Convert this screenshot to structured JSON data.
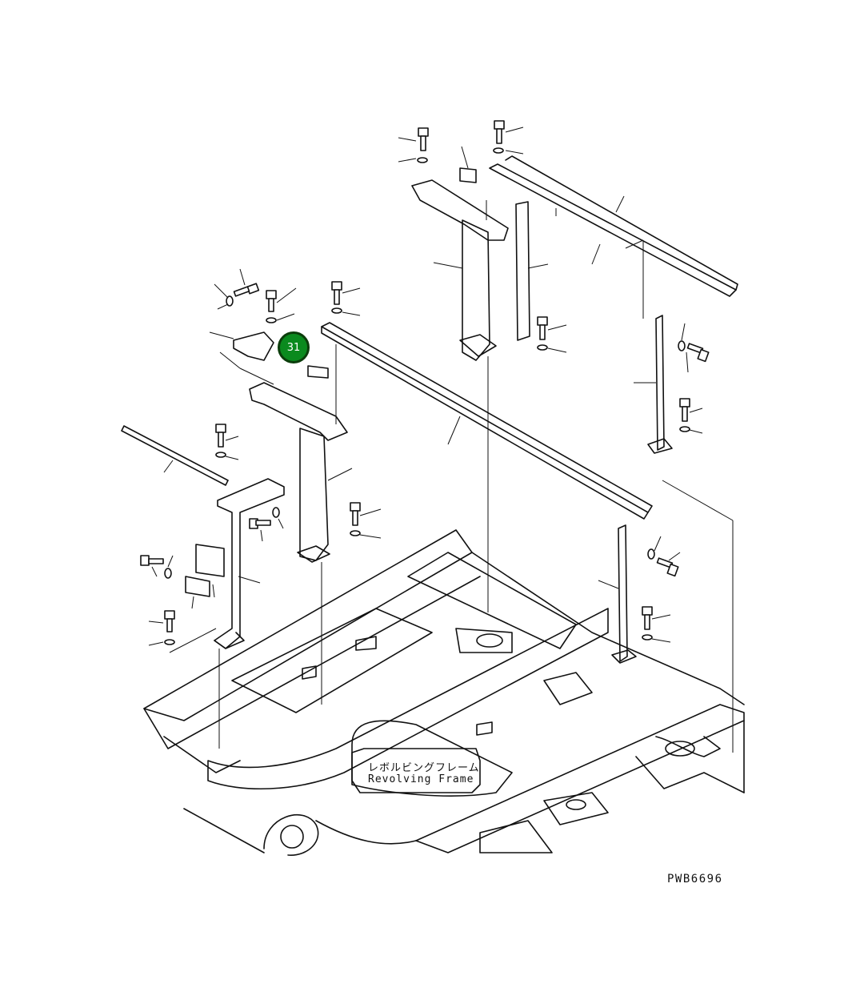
{
  "diagram": {
    "frame_label_jp": "レボルビングフレーム",
    "frame_label_en": "Revolving Frame",
    "reference_code": "PWB6696",
    "callout_number": "31",
    "callout_color": "#0a8a1e"
  }
}
